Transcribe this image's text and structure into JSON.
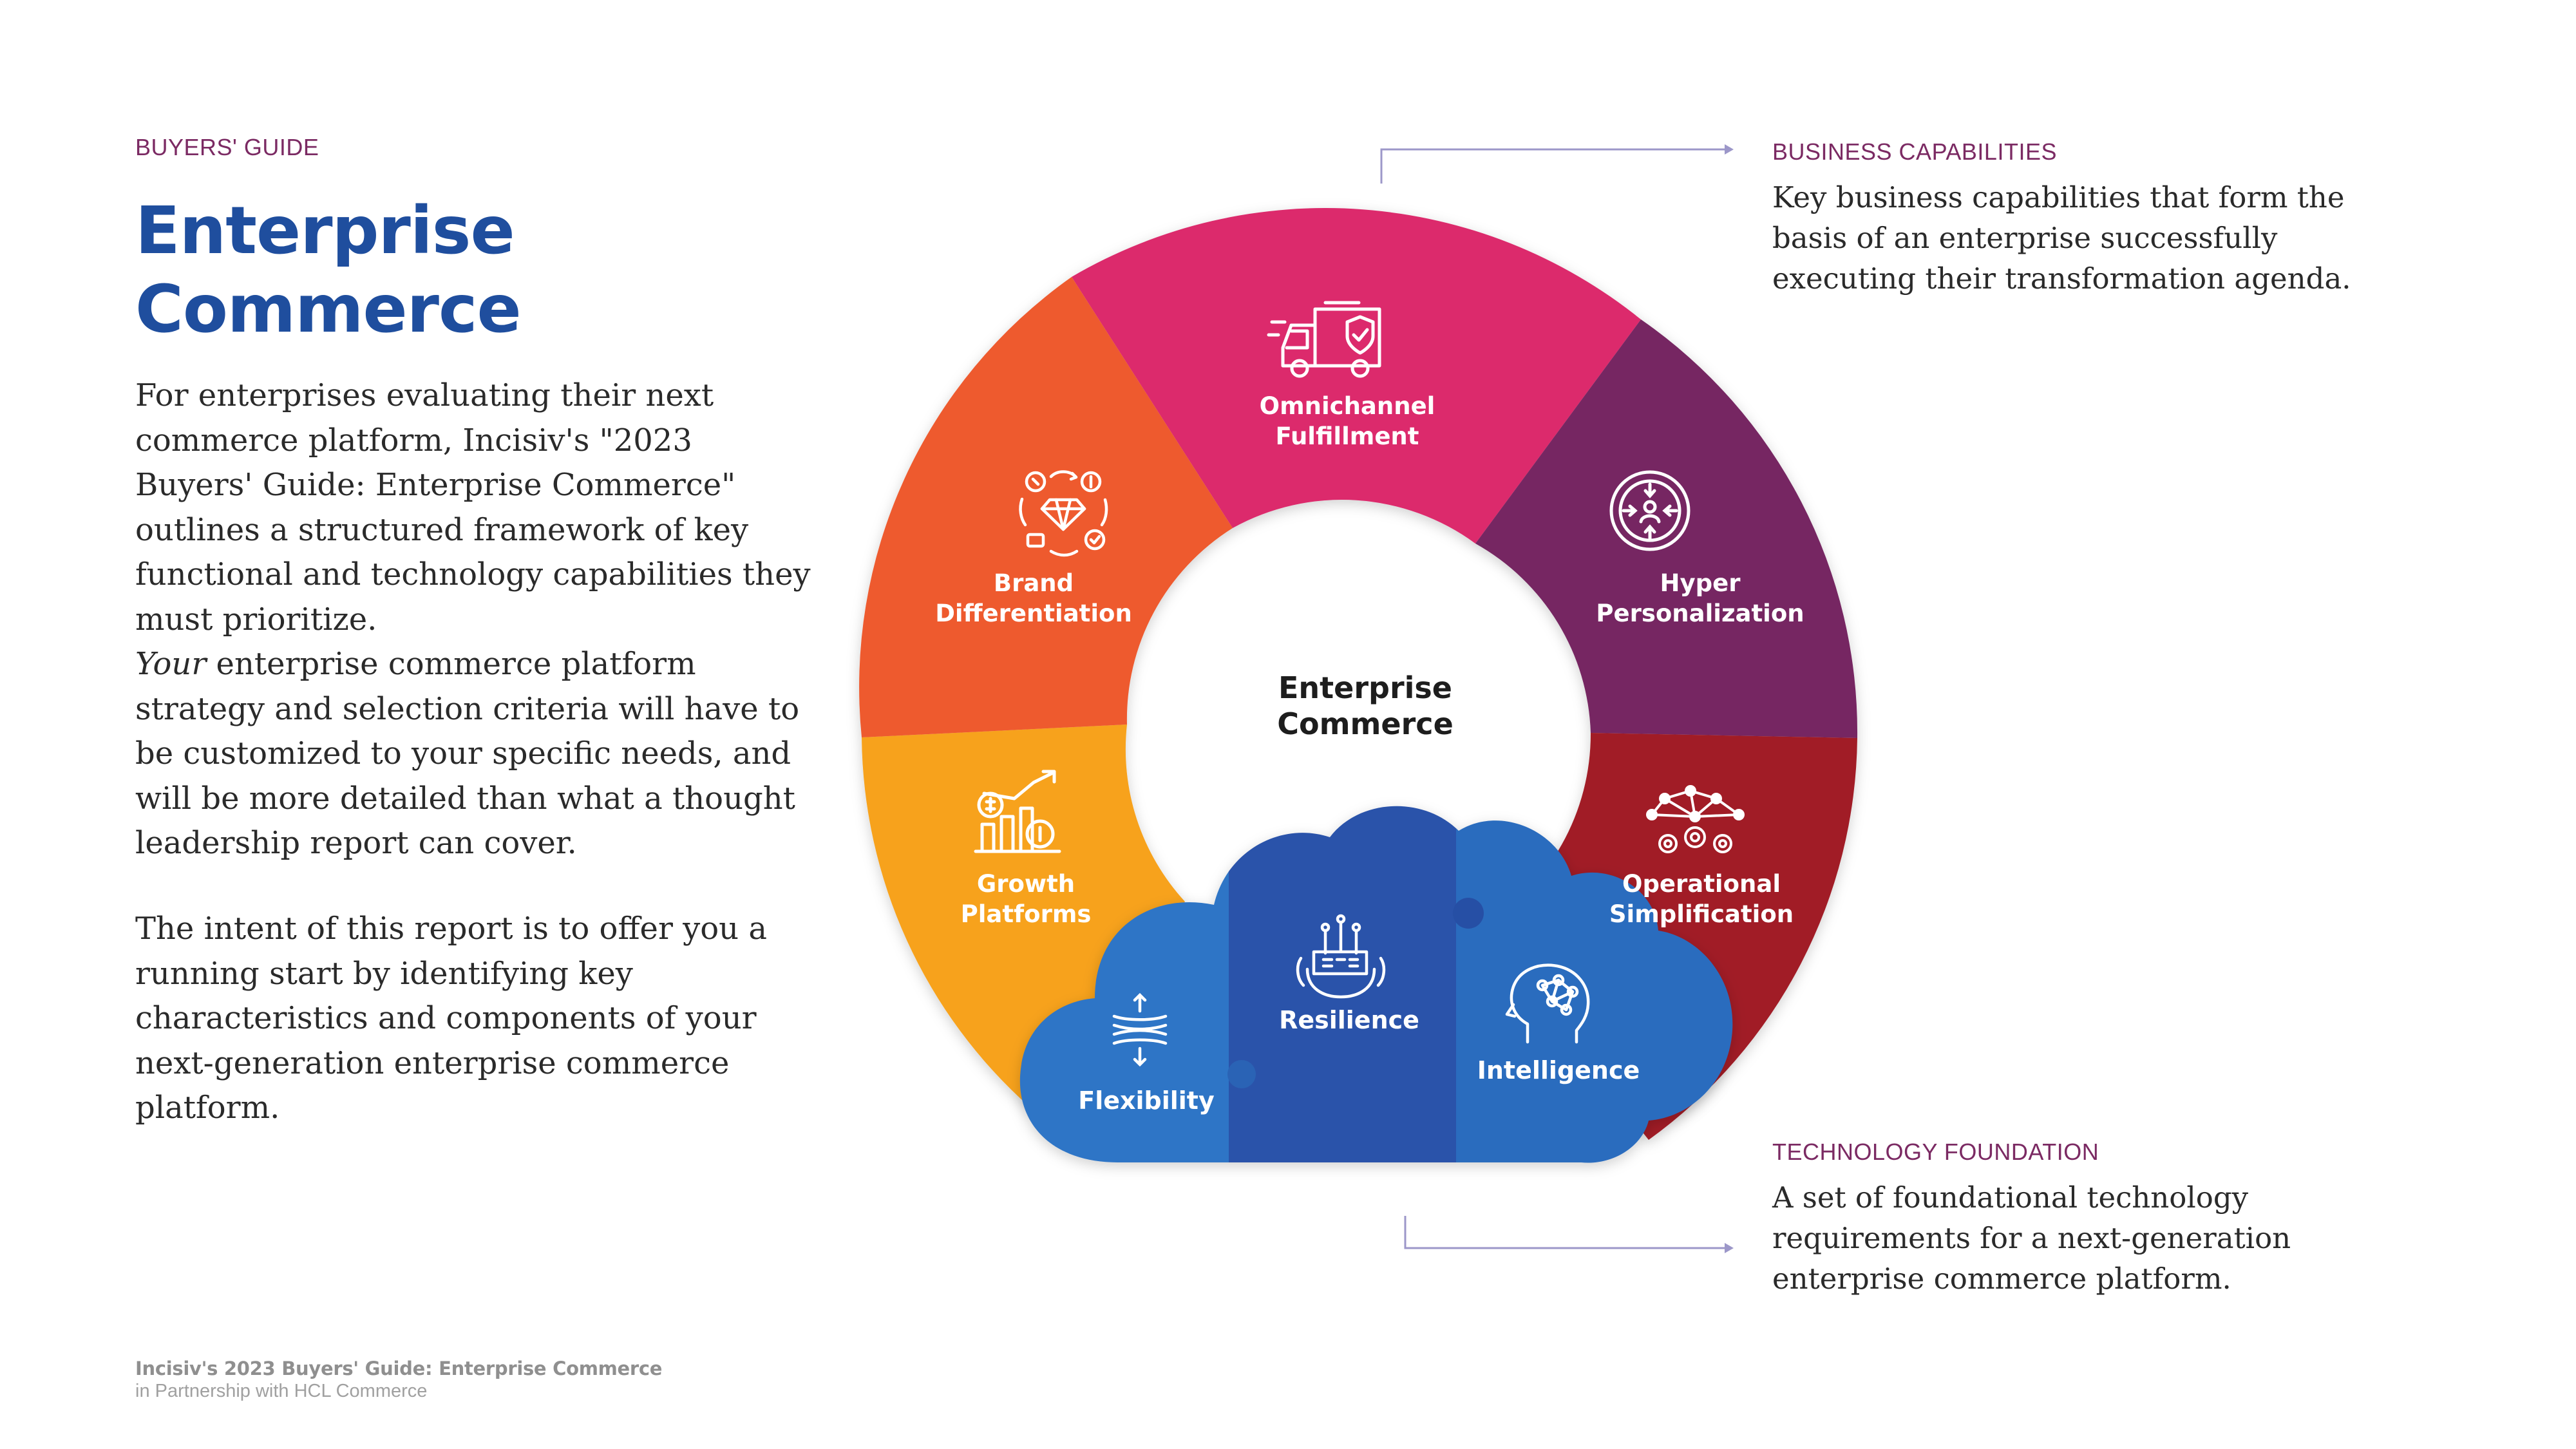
{
  "header": {
    "eyebrow": "BUYERS' GUIDE",
    "title_line1": "Enterprise",
    "title_line2": "Commerce"
  },
  "body": {
    "para1": "For enterprises evaluating their next commerce platform, Incisiv's \"2023 Buyers' Guide: Enterprise Commerce\" outlines a structured framework of key functional and technology capabilities they must prioritize.",
    "para2_em": "Your",
    "para2_rest": " enterprise commerce platform strategy and selection criteria will have to be customized to your specific needs, and will be more detailed than what a thought leadership report can cover.",
    "para3": "The intent of this report is to offer you a running start by identifying key characteristics and components of your next-generation enterprise commerce platform."
  },
  "diagram": {
    "center_line1": "Enterprise",
    "center_line2": "Commerce",
    "segments": [
      {
        "line1": "Omnichannel",
        "line2": "Fulfillment",
        "color": "#dc2c6c",
        "icon": "delivery-truck-shield-icon"
      },
      {
        "line1": "Hyper",
        "line2": "Personalization",
        "color": "#762862",
        "icon": "target-person-icon"
      },
      {
        "line1": "Operational",
        "line2": "Simplification",
        "color": "#a11d26",
        "icon": "network-gears-icon"
      },
      {
        "line1": "Growth",
        "line2": "Platforms",
        "color": "#f7a21e",
        "icon": "growth-chart-icon"
      },
      {
        "line1": "Brand",
        "line2": "Differentiation",
        "color": "#ee5a2f",
        "icon": "diamond-cycle-icon"
      }
    ],
    "cloud": [
      {
        "label": "Flexibility",
        "icon": "flexibility-icon"
      },
      {
        "label": "Resilience",
        "icon": "resilience-icon"
      },
      {
        "label": "Intelligence",
        "icon": "brain-head-icon"
      }
    ]
  },
  "business_capabilities": {
    "label": "BUSINESS CAPABILITIES",
    "text": "Key business capabilities that form the basis of an enterprise successfully executing their transformation agenda."
  },
  "technology_foundation": {
    "label": "TECHNOLOGY FOUNDATION",
    "text": "A set of foundational technology requirements for a next-generation enterprise commerce platform."
  },
  "footer": {
    "line1": "Incisiv's 2023 Buyers' Guide: Enterprise Commerce",
    "line2": "in Partnership with HCL Commerce"
  },
  "colors": {
    "title_blue": "#1f4e9e",
    "eyebrow_purple": "#7b2a63",
    "cloud_light": "#2f75c6",
    "cloud_mid": "#2b53aa",
    "cloud_dark": "#263f98"
  }
}
